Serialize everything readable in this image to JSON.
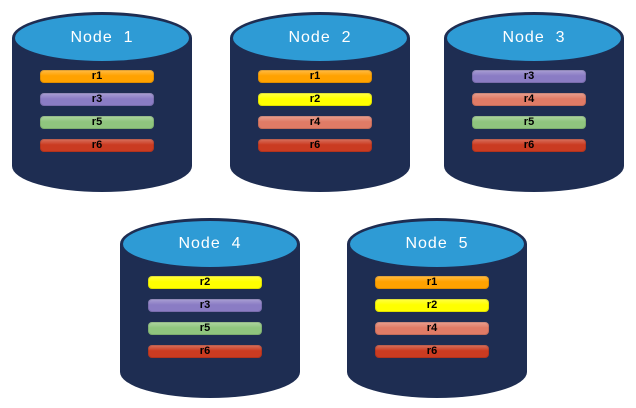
{
  "diagram": {
    "description": "Replica distribution across database nodes"
  },
  "colors": {
    "cylinder_body": "#1E2D52",
    "cylinder_top": "#2E9BD5",
    "node_label_text": "#FFFFFF",
    "bar_label_text": "#000000",
    "replica_colors": {
      "r1": "#FFA200",
      "r2": "#FFFF00",
      "r3": "#8A7CC4",
      "r4": "#E07B66",
      "r5": "#8FC57E",
      "r6": "#CA3B21"
    }
  },
  "nodes": [
    {
      "label": "Node  1",
      "replicas": [
        "r1",
        "r3",
        "r5",
        "r6"
      ]
    },
    {
      "label": "Node  2",
      "replicas": [
        "r1",
        "r2",
        "r4",
        "r6"
      ]
    },
    {
      "label": "Node  3",
      "replicas": [
        "r3",
        "r4",
        "r5",
        "r6"
      ]
    },
    {
      "label": "Node  4",
      "replicas": [
        "r2",
        "r3",
        "r5",
        "r6"
      ]
    },
    {
      "label": "Node  5",
      "replicas": [
        "r1",
        "r2",
        "r4",
        "r6"
      ]
    }
  ]
}
